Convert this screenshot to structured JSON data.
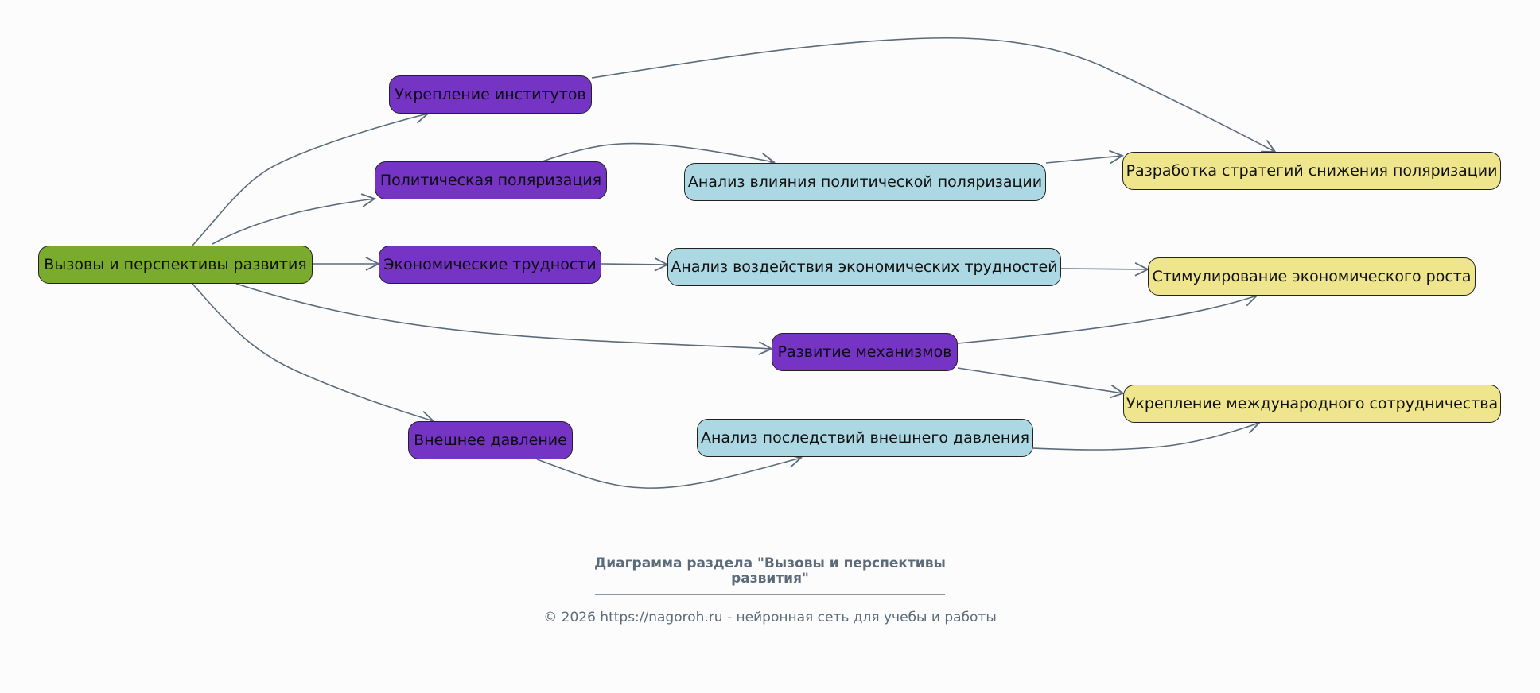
{
  "nodes": {
    "root": "Вызовы и перспективы развития",
    "institutions": "Укрепление институтов",
    "polarization": "Политическая поляризация",
    "economic": "Экономические трудности",
    "mechanisms": "Развитие механизмов",
    "external": "Внешнее давление",
    "analysis_polarization": "Анализ влияния политической поляризации",
    "analysis_economic": "Анализ воздействия экономических трудностей",
    "analysis_external": "Анализ последствий внешнего давления",
    "strategy_polarization": "Разработка стратегий снижения поляризации",
    "growth": "Стимулирование экономического роста",
    "cooperation": "Укрепление международного сотрудничества"
  },
  "edges": [
    [
      "root",
      "institutions"
    ],
    [
      "root",
      "polarization"
    ],
    [
      "root",
      "economic"
    ],
    [
      "root",
      "mechanisms"
    ],
    [
      "root",
      "external"
    ],
    [
      "institutions",
      "strategy_polarization"
    ],
    [
      "polarization",
      "analysis_polarization"
    ],
    [
      "analysis_polarization",
      "strategy_polarization"
    ],
    [
      "economic",
      "analysis_economic"
    ],
    [
      "analysis_economic",
      "growth"
    ],
    [
      "mechanisms",
      "growth"
    ],
    [
      "mechanisms",
      "cooperation"
    ],
    [
      "external",
      "analysis_external"
    ],
    [
      "analysis_external",
      "cooperation"
    ]
  ],
  "colors": {
    "root": "#7aab2e",
    "primary": "#7634c4",
    "analysis": "#acd8e4",
    "result": "#efe58d",
    "edge": "#5c6b7a"
  },
  "caption": {
    "title": "Диаграмма раздела \"Вызовы и перспективы развития\"",
    "footer": "© 2026 https://nagoroh.ru - нейронная сеть для учебы и работы"
  }
}
